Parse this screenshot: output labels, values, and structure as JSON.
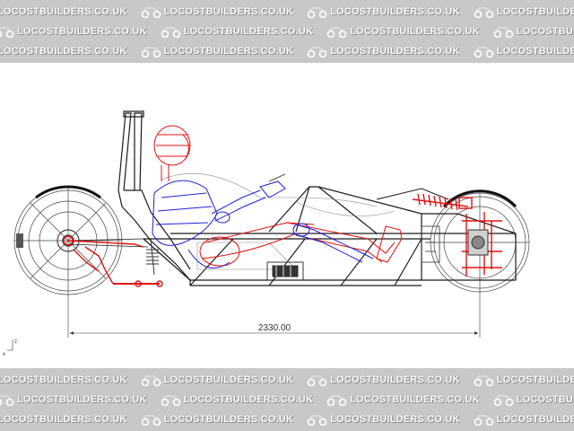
{
  "watermark": {
    "text": "LOCOSTBUILDERS.CO.UK",
    "text_color": "#ffffff",
    "band_color": "#c8c8c8"
  },
  "drawing": {
    "dimension_label": "2330.00",
    "axis_x_label": "x",
    "axis_z_label": "z",
    "colors": {
      "frame": "#1a1a1a",
      "suspension": "#e01010",
      "figure_blue": "#2020d0",
      "figure_red": "#e01010"
    }
  }
}
